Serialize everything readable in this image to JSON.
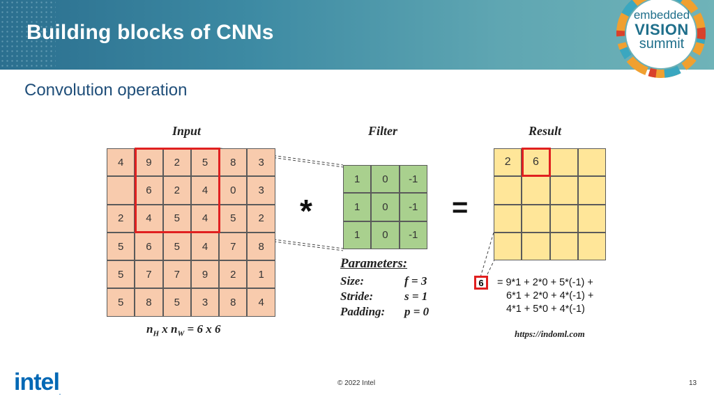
{
  "header": {
    "title": "Building blocks of CNNs"
  },
  "logo": {
    "line1": "embedded",
    "line2": "VISION",
    "line3": "summit"
  },
  "subtitle": "Convolution operation",
  "diagram": {
    "input_label": "Input",
    "filter_label": "Filter",
    "result_label": "Result",
    "multiply_symbol": "*",
    "equals_symbol": "=",
    "input_cells": [
      [
        "4",
        "9",
        "2",
        "5",
        "8",
        "3"
      ],
      [
        "",
        "6",
        "2",
        "4",
        "0",
        "3"
      ],
      [
        "2",
        "4",
        "5",
        "4",
        "5",
        "2"
      ],
      [
        "5",
        "6",
        "5",
        "4",
        "7",
        "8"
      ],
      [
        "5",
        "7",
        "7",
        "9",
        "2",
        "1"
      ],
      [
        "5",
        "8",
        "5",
        "3",
        "8",
        "4"
      ]
    ],
    "filter_cells": [
      [
        "1",
        "0",
        "-1"
      ],
      [
        "1",
        "0",
        "-1"
      ],
      [
        "1",
        "0",
        "-1"
      ]
    ],
    "result_cells": [
      [
        "2",
        "6",
        "",
        ""
      ],
      [
        "",
        "",
        "",
        ""
      ],
      [
        "",
        "",
        "",
        ""
      ],
      [
        "",
        "",
        "",
        ""
      ]
    ],
    "params": {
      "heading": "Parameters:",
      "size_label": "Size:",
      "size_value": "f = 3",
      "stride_label": "Stride:",
      "stride_value": "s = 1",
      "padding_label": "Padding:",
      "padding_value": "p = 0"
    },
    "input_size_text": "n_H x n_W = 6 x 6",
    "equation": {
      "highlight": "6",
      "line1": "= 9*1 + 2*0 + 5*(-1) +",
      "line2": "6*1 + 2*0 + 4*(-1) +",
      "line3": "4*1 + 5*0 + 4*(-1)"
    },
    "source": "https://indoml.com"
  },
  "footer": {
    "copyright": "© 2022 Intel",
    "page": "13",
    "brand": "intel"
  },
  "colors": {
    "input": "#f8cbad",
    "filter": "#a9d08e",
    "result": "#ffe699",
    "highlight": "#e02020",
    "accent": "#2b6f8f"
  }
}
